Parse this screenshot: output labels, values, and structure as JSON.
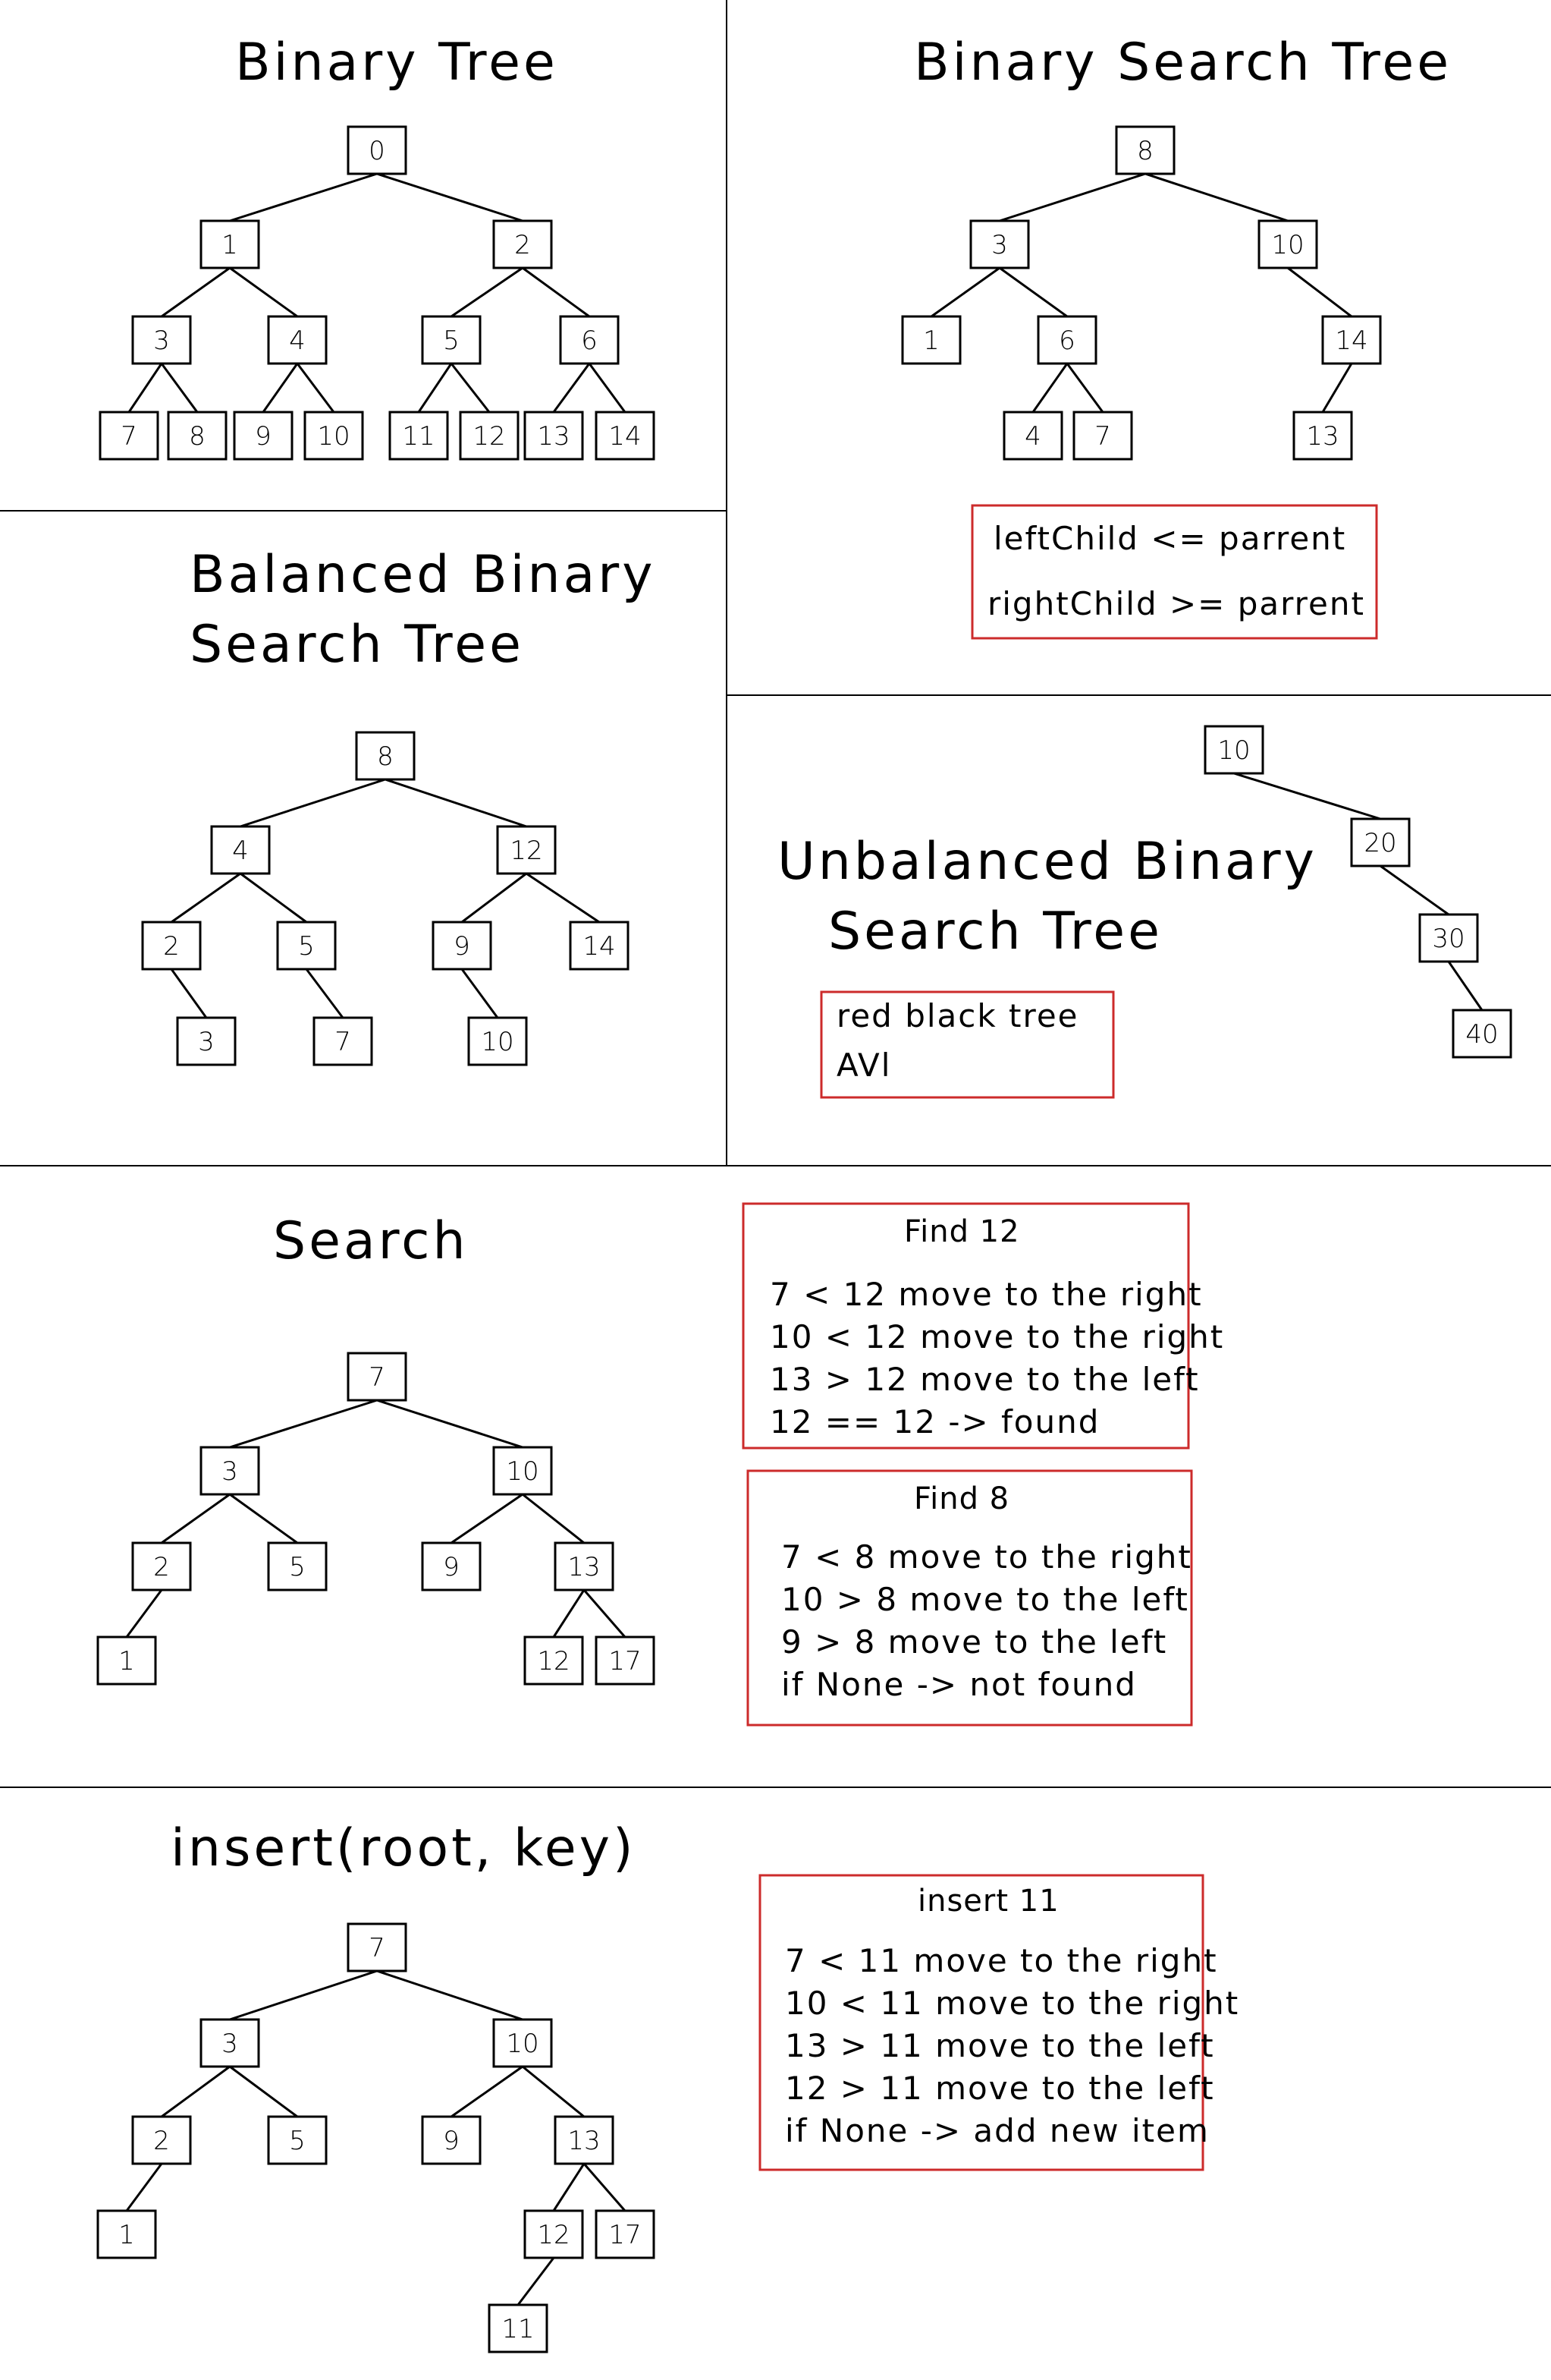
{
  "panels": [
    {
      "id": "binary-tree",
      "title": [
        "Binary Tree"
      ],
      "nodes": [
        "0",
        "1",
        "2",
        "3",
        "4",
        "5",
        "6",
        "7",
        "8",
        "9",
        "10",
        "11",
        "12",
        "13",
        "14"
      ],
      "edges": [
        [
          0,
          1
        ],
        [
          0,
          2
        ],
        [
          1,
          3
        ],
        [
          1,
          4
        ],
        [
          2,
          5
        ],
        [
          2,
          6
        ],
        [
          3,
          7
        ],
        [
          3,
          8
        ],
        [
          4,
          9
        ],
        [
          4,
          10
        ],
        [
          5,
          11
        ],
        [
          5,
          12
        ],
        [
          6,
          13
        ],
        [
          6,
          14
        ]
      ]
    },
    {
      "id": "binary-search-tree",
      "title": [
        "Binary Search Tree"
      ],
      "nodes": [
        "8",
        "3",
        "10",
        "1",
        "6",
        "14",
        "4",
        "7",
        "13"
      ],
      "edges": [
        [
          0,
          1
        ],
        [
          0,
          2
        ],
        [
          1,
          3
        ],
        [
          1,
          4
        ],
        [
          2,
          5
        ],
        [
          4,
          6
        ],
        [
          4,
          7
        ],
        [
          5,
          8
        ]
      ],
      "note": {
        "lines": [
          "leftChild <= parrent",
          "rightChild >= parrent"
        ]
      }
    },
    {
      "id": "balanced-bst",
      "title": [
        "Balanced Binary",
        "Search Tree"
      ],
      "nodes": [
        "8",
        "4",
        "12",
        "2",
        "5",
        "9",
        "14",
        "3",
        "7",
        "10"
      ],
      "edges": [
        [
          0,
          1
        ],
        [
          0,
          2
        ],
        [
          1,
          3
        ],
        [
          1,
          4
        ],
        [
          2,
          5
        ],
        [
          2,
          6
        ],
        [
          3,
          7
        ],
        [
          4,
          8
        ],
        [
          5,
          9
        ]
      ]
    },
    {
      "id": "unbalanced-bst",
      "title": [
        "Unbalanced Binary",
        "Search Tree"
      ],
      "nodes": [
        "10",
        "20",
        "30",
        "40"
      ],
      "edges": [
        [
          0,
          1
        ],
        [
          1,
          2
        ],
        [
          2,
          3
        ]
      ],
      "note": {
        "lines": [
          "red black tree",
          "AVl"
        ]
      }
    },
    {
      "id": "search",
      "title": [
        "Search"
      ],
      "nodes": [
        "7",
        "3",
        "10",
        "2",
        "5",
        "9",
        "13",
        "1",
        "12",
        "17"
      ],
      "edges": [
        [
          0,
          1
        ],
        [
          0,
          2
        ],
        [
          1,
          3
        ],
        [
          1,
          4
        ],
        [
          2,
          5
        ],
        [
          2,
          6
        ],
        [
          3,
          7
        ],
        [
          6,
          8
        ],
        [
          6,
          9
        ]
      ],
      "notes": [
        {
          "heading": "Find 12",
          "lines": [
            "7 < 12 move to the right",
            "10 < 12 move to the right",
            "13 > 12 move to the left",
            "12 == 12 -> found"
          ]
        },
        {
          "heading": "Find 8",
          "lines": [
            "7 < 8 move to the right",
            "10 > 8 move to the left",
            "9 > 8 move to the left",
            "if None -> not found"
          ]
        }
      ]
    },
    {
      "id": "insert",
      "title": [
        "insert(root, key)"
      ],
      "nodes": [
        "7",
        "3",
        "10",
        "2",
        "5",
        "9",
        "13",
        "1",
        "12",
        "17",
        "11"
      ],
      "edges": [
        [
          0,
          1
        ],
        [
          0,
          2
        ],
        [
          1,
          3
        ],
        [
          1,
          4
        ],
        [
          2,
          5
        ],
        [
          2,
          6
        ],
        [
          3,
          7
        ],
        [
          6,
          8
        ],
        [
          6,
          9
        ],
        [
          8,
          10
        ]
      ],
      "note": {
        "heading": "insert 11",
        "lines": [
          "7 < 11 move to the right",
          "10 < 11 move to the right",
          "13 > 11 move to the left",
          "12 > 11 move to the left",
          "if None -> add new item"
        ]
      }
    }
  ],
  "colors": {
    "note_border": "#cc2b2b",
    "line": "#000000",
    "background": "#ffffff"
  }
}
